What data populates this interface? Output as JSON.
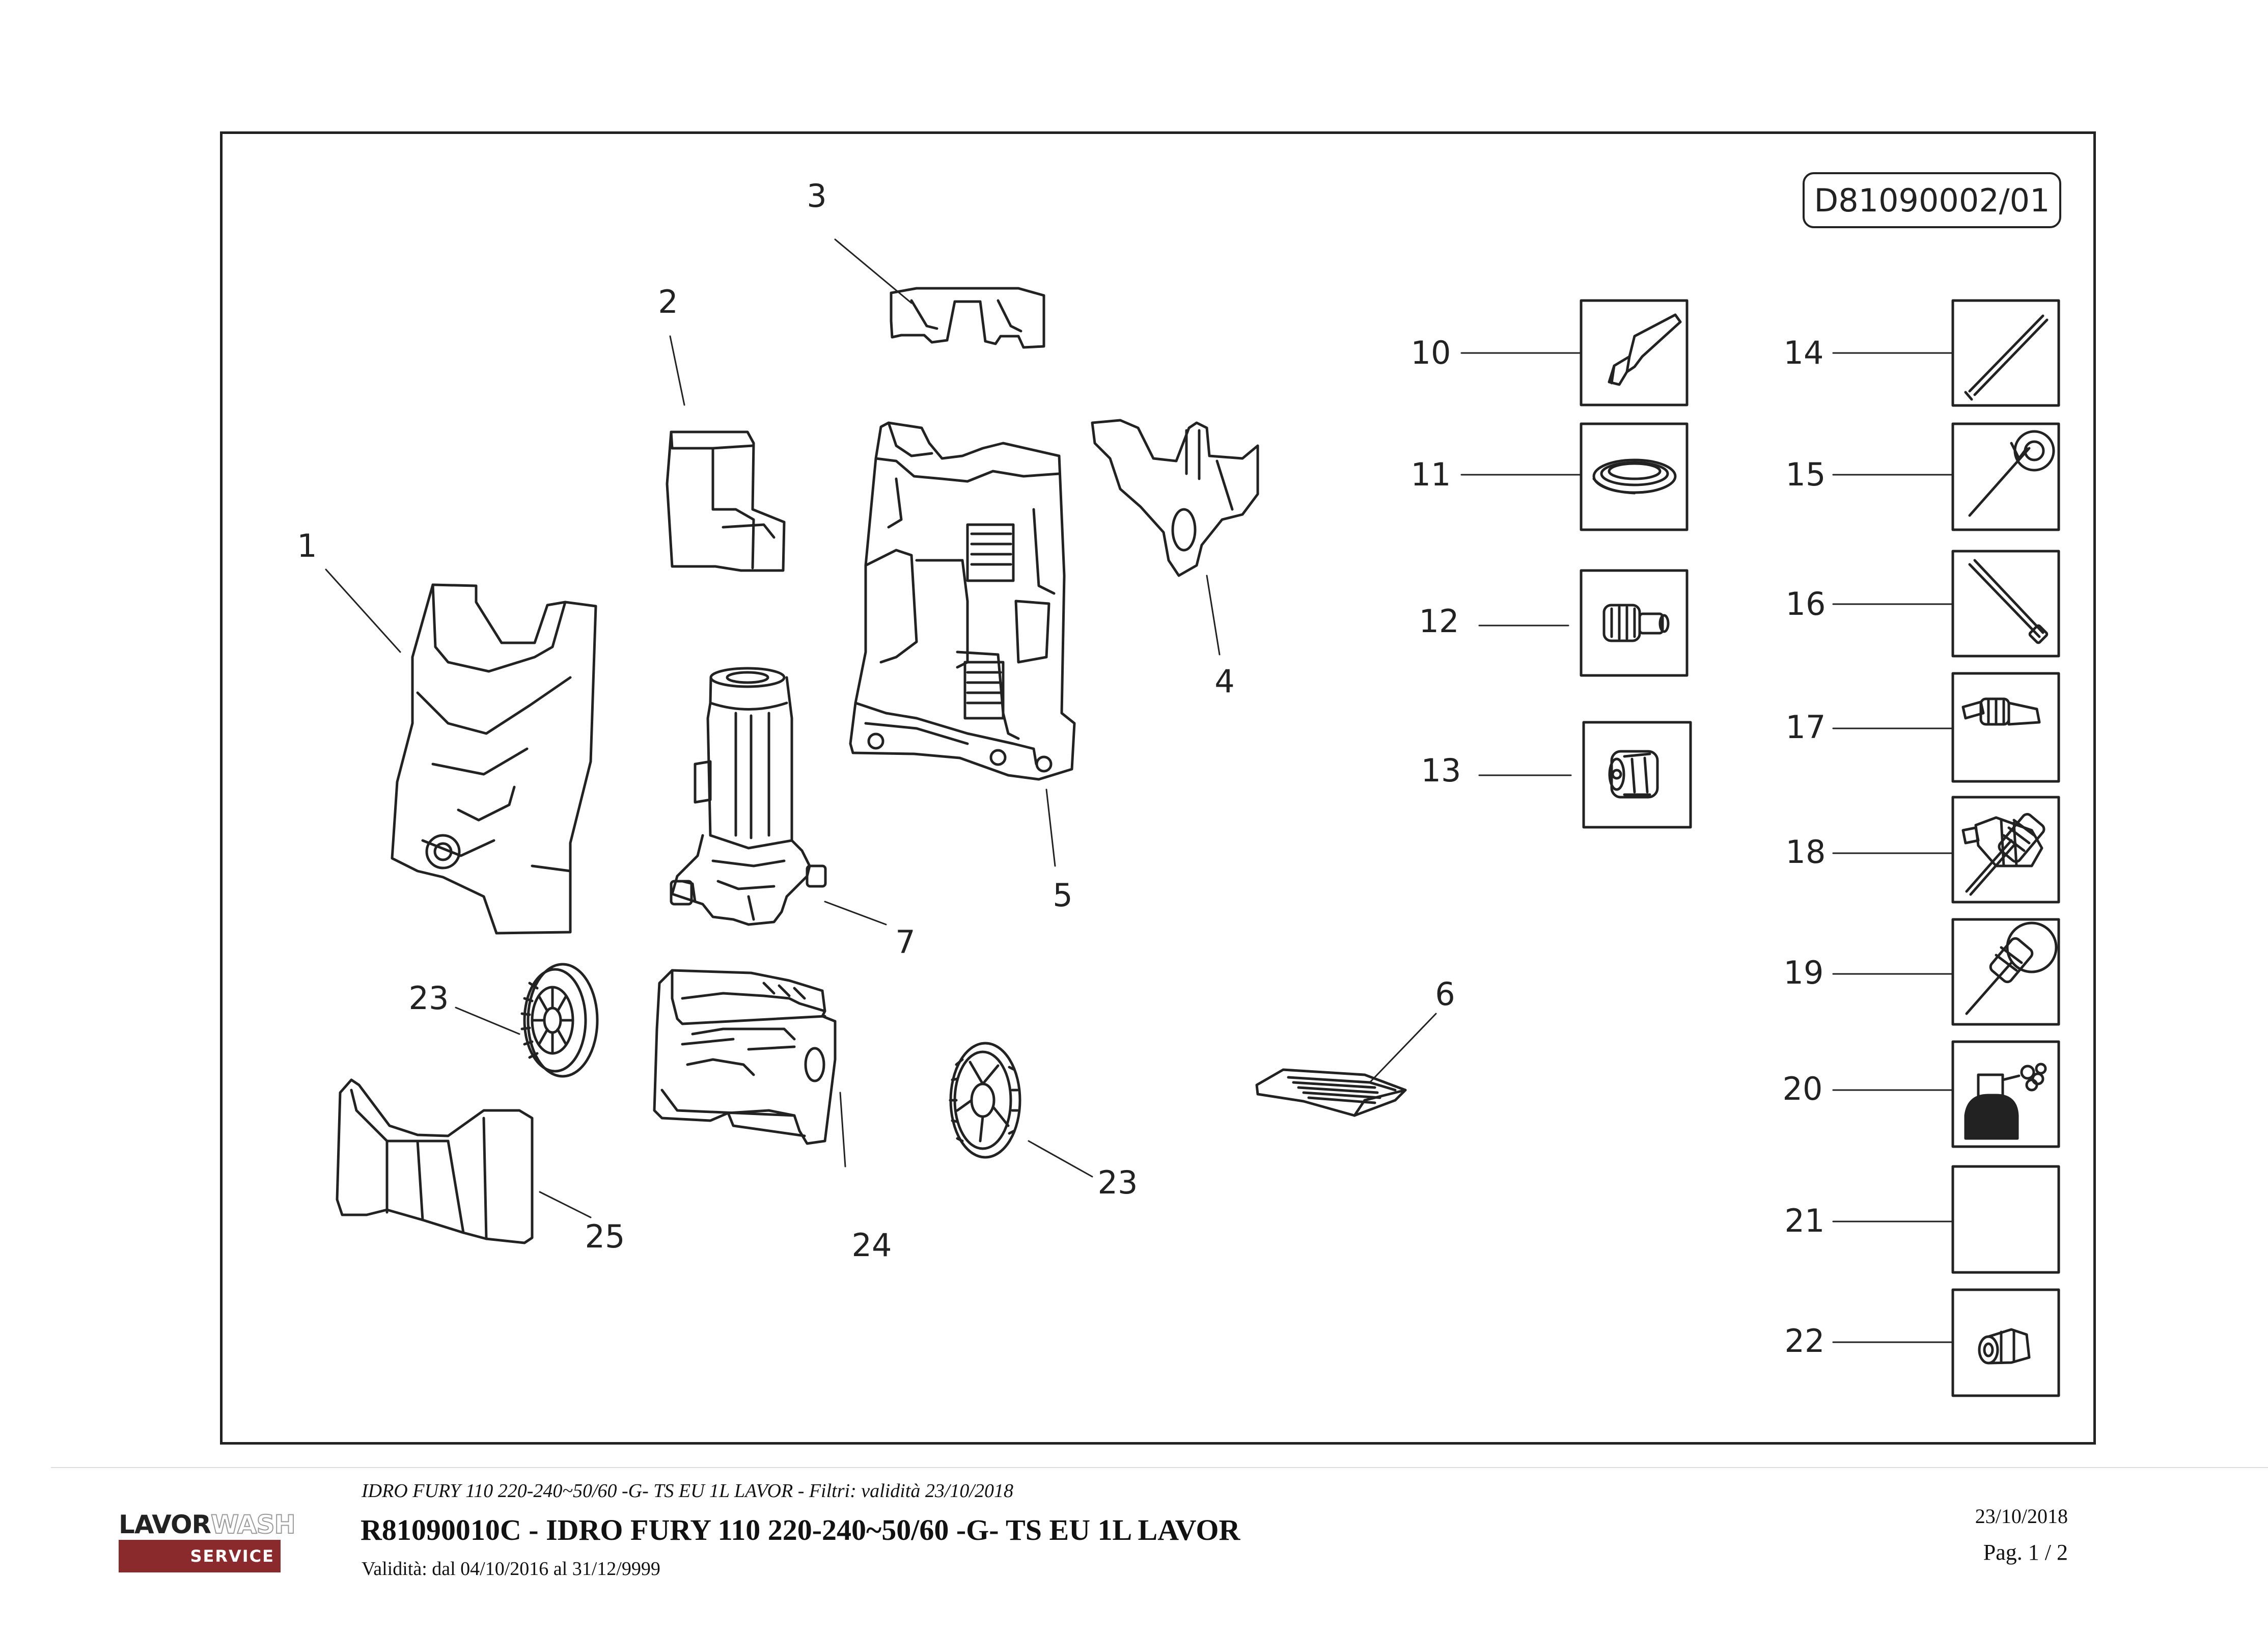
{
  "doc_code": "D81090002/01",
  "callouts": {
    "n1": "1",
    "n2": "2",
    "n3": "3",
    "n4": "4",
    "n5": "5",
    "n6": "6",
    "n7": "7",
    "n10": "10",
    "n11": "11",
    "n12": "12",
    "n13": "13",
    "n14": "14",
    "n15": "15",
    "n16": "16",
    "n17": "17",
    "n18": "18",
    "n19": "19",
    "n20": "20",
    "n21": "21",
    "n22": "22",
    "n23a": "23",
    "n23b": "23",
    "n24": "24",
    "n25": "25"
  },
  "footer": {
    "subtitle": "IDRO FURY 110 220-240~50/60 -G- TS EU 1L LAVOR - Filtri: validità 23/10/2018",
    "title": "R81090010C - IDRO FURY 110 220-240~50/60 -G- TS EU 1L LAVOR",
    "validity": "Validità: dal 04/10/2016 al 31/12/9999",
    "date": "23/10/2018",
    "page": "Pag. 1 / 2"
  },
  "logo": {
    "part1": "LAVOR",
    "part2": "WASH",
    "bar": "SERVICE",
    "bar_color": "#8b2a2c"
  }
}
